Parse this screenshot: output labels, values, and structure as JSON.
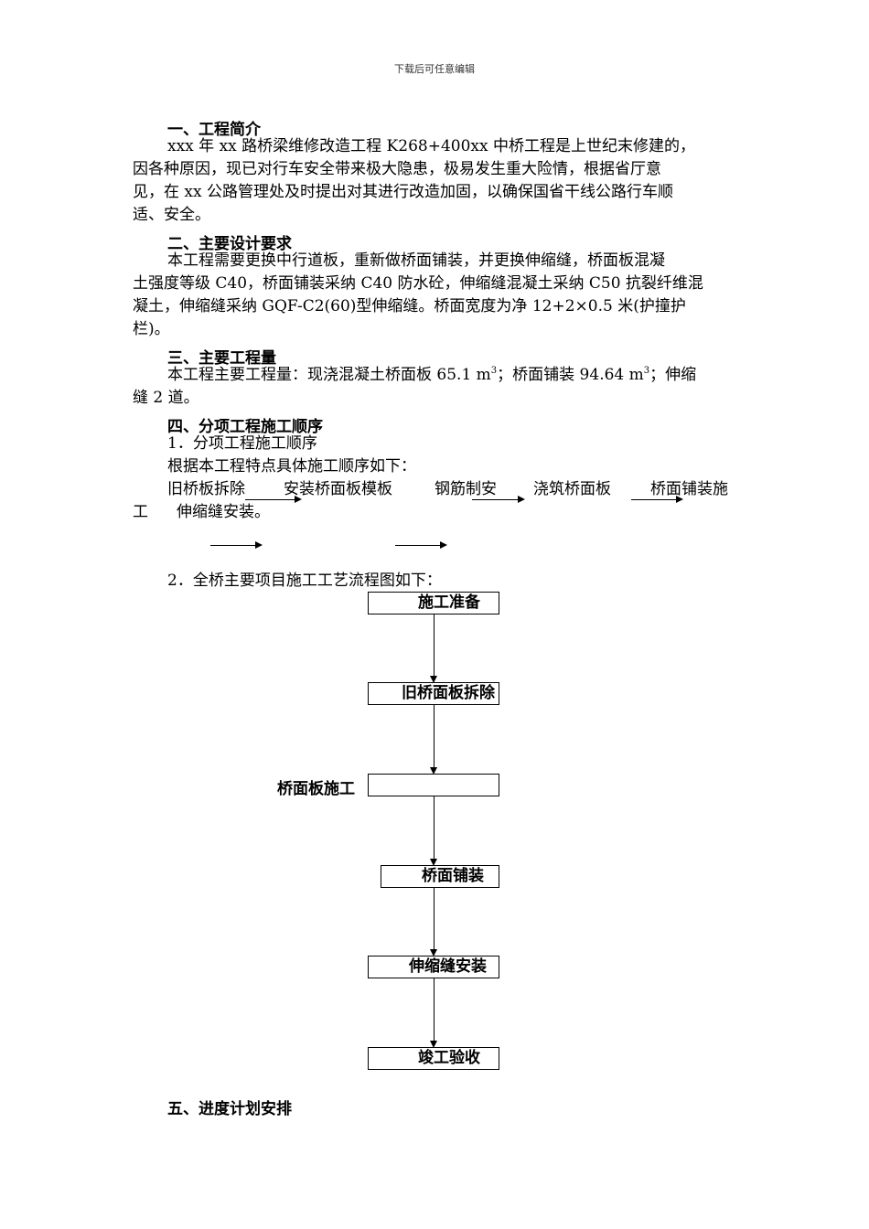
{
  "header": "下载后可任意编辑",
  "s1": {
    "title": "一、工程简介",
    "lines": [
      "xxx 年 xx 路桥梁维修改造工程 K268+400xx 中桥工程是上世纪末修建的，",
      "因各种原因，现已对行车安全带来极大隐患，极易发生重大险情，根据省厅意",
      "见，在 xx 公路管理处及时提出对其进行改造加固，以确保国省干线公路行车顺",
      "适、安全。"
    ]
  },
  "s2": {
    "title": "二、主要设计要求",
    "lines": [
      "本工程需要更换中行道板，重新做桥面铺装，并更换伸缩缝，桥面板混凝",
      "土强度等级 C40，桥面铺装采纳 C40 防水砼，伸缩缝混凝土采纳 C50 抗裂纤维混",
      "凝土，伸缩缝采纳 GQF-C2(60)型伸缩缝。桥面宽度为净 12+2×0.5 米(护撞护",
      "栏)。"
    ]
  },
  "s3": {
    "title": "三、主要工程量",
    "line1_a": "本工程主要工程量：现浇混凝土桥面板 65.1 m",
    "line1_b": "；桥面铺装 94.64 m",
    "line1_c": "；伸缩",
    "sup": "3",
    "line2": "缝 2 道。"
  },
  "s4": {
    "title": "四、分项工程施工顺序",
    "sub1": "1．分项工程施工顺序",
    "intro": "根据本工程特点具体施工顺序如下：",
    "seq": [
      "旧桥板拆除",
      "安装桥面板模板",
      "钢筋制安",
      "浇筑桥面板",
      "桥面铺装施"
    ],
    "seq_cont": "工",
    "seq_last": "伸缩缝安装。",
    "sub2": "2．全桥主要项目施工工艺流程图如下："
  },
  "flow": {
    "steps": [
      "施工准备",
      "旧桥面板拆除",
      "",
      "桥面铺装",
      "伸缩缝安装",
      "竣工验收"
    ],
    "side_label": "桥面板施工"
  },
  "s5": {
    "title": "五、进度计划安排"
  }
}
